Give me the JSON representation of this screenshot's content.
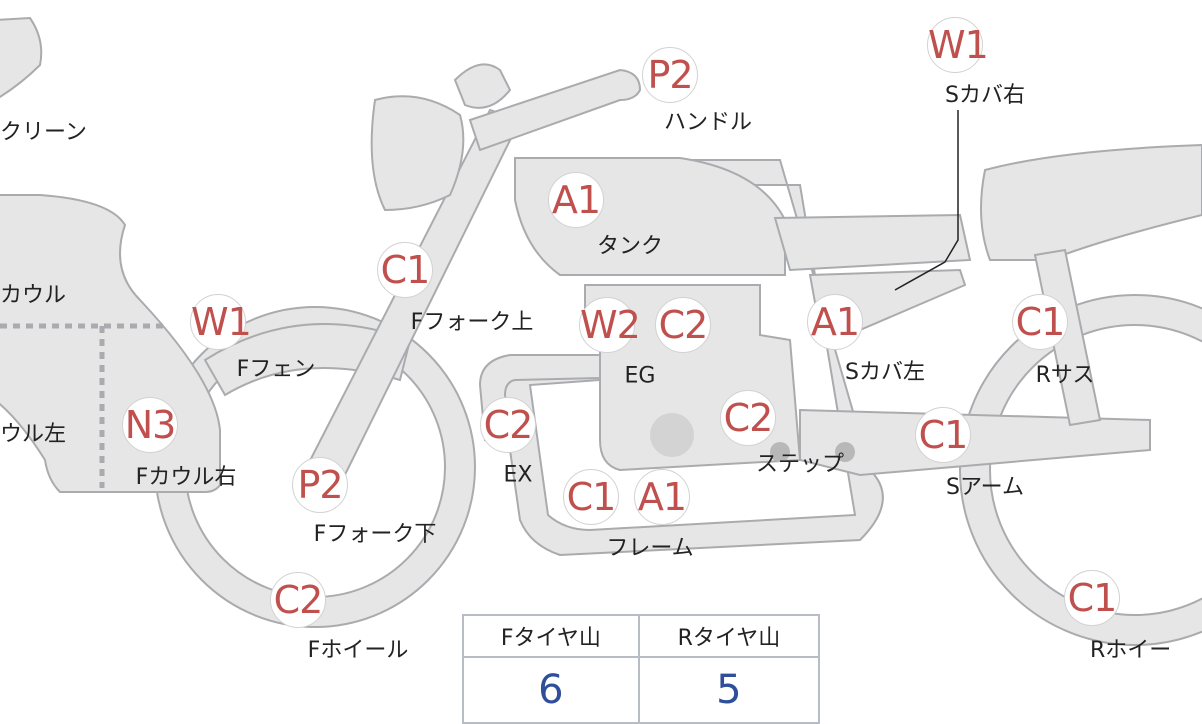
{
  "parts": [
    {
      "id": "s-cover-right",
      "code": "W1",
      "label": "Sカバ右"
    },
    {
      "id": "handle",
      "code": "P2",
      "label": "ハンドル"
    },
    {
      "id": "tank",
      "code": "A1",
      "label": "タンク"
    },
    {
      "id": "f-fork-upper",
      "code": "C1",
      "label": "Fフォーク上"
    },
    {
      "id": "f-fender",
      "code": "W1",
      "label": "Fフェン"
    },
    {
      "id": "engine",
      "codes": [
        "W2",
        "C2"
      ],
      "label": "EG"
    },
    {
      "id": "s-cover-left",
      "code": "A1",
      "label": "Sカバ左"
    },
    {
      "id": "r-suspension",
      "code": "C1",
      "label": "Rサス"
    },
    {
      "id": "f-cowl-right",
      "code": "N3",
      "label": "Fカウル右"
    },
    {
      "id": "exhaust",
      "code": "C2",
      "label": "EX"
    },
    {
      "id": "step",
      "code": "C2",
      "label": "ステップ"
    },
    {
      "id": "swing-arm",
      "code": "C1",
      "label": "Sアーム"
    },
    {
      "id": "f-fork-lower",
      "code": "P2",
      "label": "Fフォーク下"
    },
    {
      "id": "frame",
      "codes": [
        "C1",
        "A1"
      ],
      "label": "フレーム"
    },
    {
      "id": "f-wheel",
      "code": "C2",
      "label": "Fホイール"
    },
    {
      "id": "r-wheel",
      "code": "C1",
      "label": "Rホイー"
    }
  ],
  "partial_labels": {
    "screen": "クリーン",
    "cowl": "カウル",
    "cowl_left": "ウル左"
  },
  "tires": {
    "front_label": "Fタイヤ山",
    "rear_label": "Rタイヤ山",
    "front_value": "6",
    "rear_value": "5"
  },
  "colors": {
    "code": "#c0504d",
    "value": "#2f4f9a",
    "part_fill": "#e6e6e6"
  }
}
